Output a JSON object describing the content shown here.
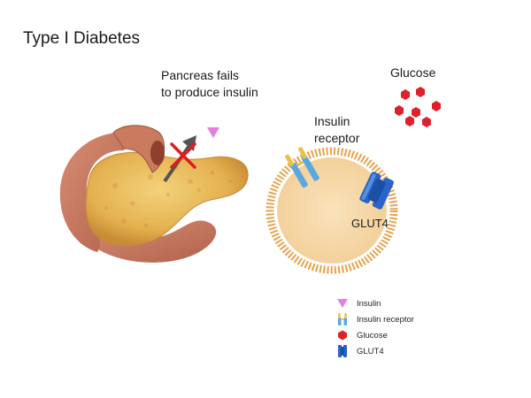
{
  "title": "Type I Diabetes",
  "pancreas_caption": [
    "Pancreas fails",
    "to produce insulin"
  ],
  "glucose_label": "Glucose",
  "receptor_caption": [
    "Insulin",
    "receptor"
  ],
  "glut4_label": "GLUT4",
  "legend": [
    {
      "icon": "insulin-triangle-icon",
      "label": "Insulin"
    },
    {
      "icon": "insulin-receptor-icon",
      "label": "Insulin receptor"
    },
    {
      "icon": "glucose-hexagon-icon",
      "label": "Glucose"
    },
    {
      "icon": "glut4-transporter-icon",
      "label": "GLUT4"
    }
  ],
  "colors": {
    "insulin": "#e57fe0",
    "glucose": "#e0202a",
    "receptor": "#5aa8e0",
    "receptor_ligand": "#e8c24a",
    "glut4": "#2a64c8",
    "cell_fill": "#f6d7a8",
    "membrane": "#e8a24a",
    "pancreas": "#e8b95a",
    "duodenum": "#c97a5f",
    "cross": "#e01c1c",
    "arrow": "#555555"
  }
}
